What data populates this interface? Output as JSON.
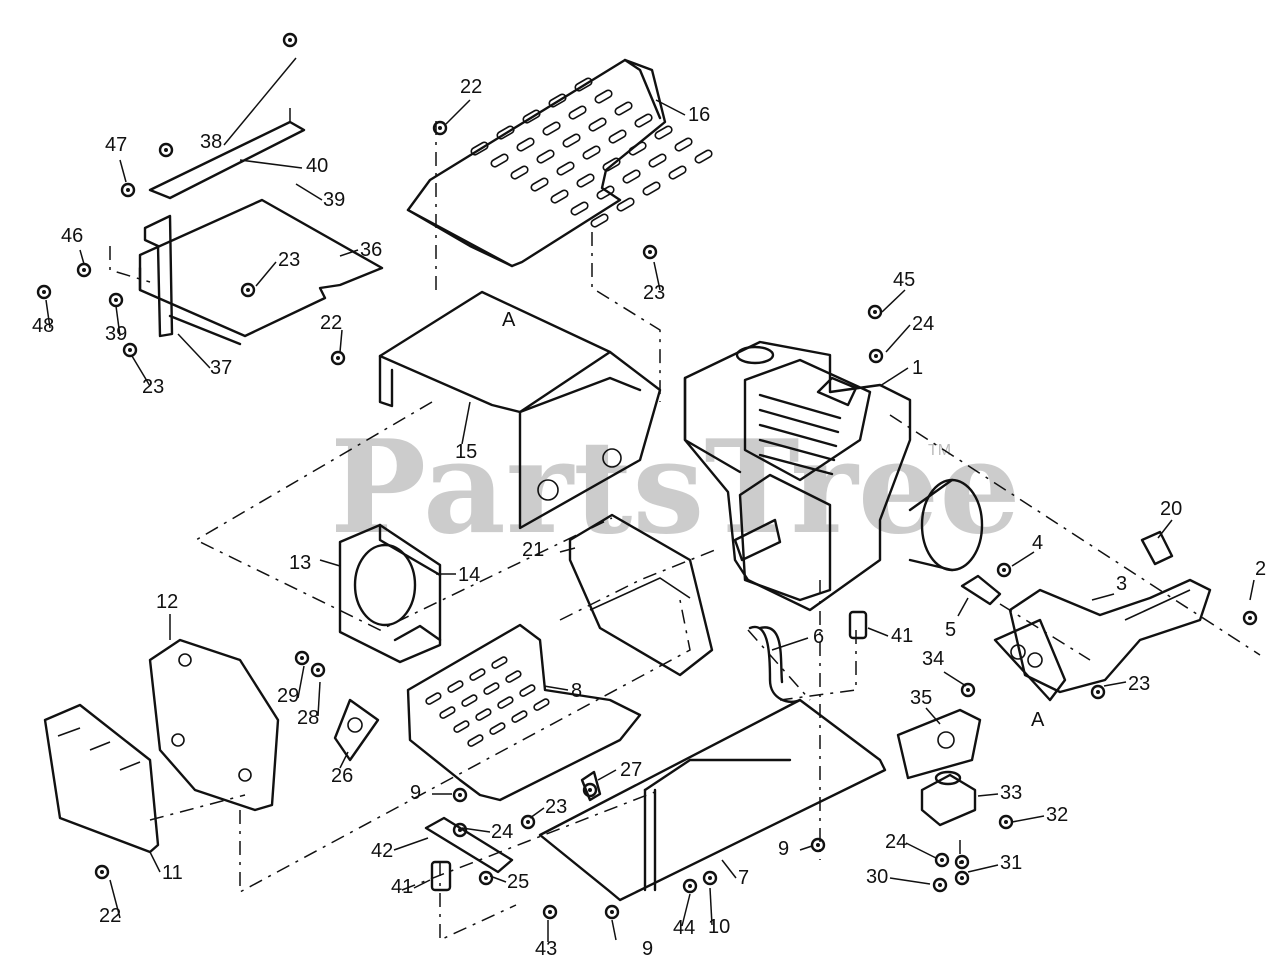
{
  "watermark": {
    "text": "PartsTree",
    "trademark": "TM"
  },
  "section_marker": "A",
  "callouts": [
    {
      "id": "c16",
      "label": "16"
    },
    {
      "id": "c22a",
      "label": "22"
    },
    {
      "id": "c38",
      "label": "38"
    },
    {
      "id": "c47",
      "label": "47"
    },
    {
      "id": "c40",
      "label": "40"
    },
    {
      "id": "c39a",
      "label": "39"
    },
    {
      "id": "c36",
      "label": "36"
    },
    {
      "id": "c46",
      "label": "46"
    },
    {
      "id": "c23a",
      "label": "23"
    },
    {
      "id": "c48",
      "label": "48"
    },
    {
      "id": "c39b",
      "label": "39"
    },
    {
      "id": "c23b",
      "label": "23"
    },
    {
      "id": "c37",
      "label": "37"
    },
    {
      "id": "c22b",
      "label": "22"
    },
    {
      "id": "c23c",
      "label": "23"
    },
    {
      "id": "c45",
      "label": "45"
    },
    {
      "id": "c24a",
      "label": "24"
    },
    {
      "id": "c1",
      "label": "1"
    },
    {
      "id": "c15",
      "label": "15"
    },
    {
      "id": "c13",
      "label": "13"
    },
    {
      "id": "c14",
      "label": "14"
    },
    {
      "id": "c21",
      "label": "21"
    },
    {
      "id": "c20",
      "label": "20"
    },
    {
      "id": "c4",
      "label": "4"
    },
    {
      "id": "c2",
      "label": "2"
    },
    {
      "id": "c3",
      "label": "3"
    },
    {
      "id": "c5",
      "label": "5"
    },
    {
      "id": "c12",
      "label": "12"
    },
    {
      "id": "c6",
      "label": "6"
    },
    {
      "id": "c41a",
      "label": "41"
    },
    {
      "id": "c8",
      "label": "8"
    },
    {
      "id": "c29",
      "label": "29"
    },
    {
      "id": "c28",
      "label": "28"
    },
    {
      "id": "c26",
      "label": "26"
    },
    {
      "id": "c34",
      "label": "34"
    },
    {
      "id": "c35",
      "label": "35"
    },
    {
      "id": "c23d",
      "label": "23"
    },
    {
      "id": "c27",
      "label": "27"
    },
    {
      "id": "c9a",
      "label": "9"
    },
    {
      "id": "c23e",
      "label": "23"
    },
    {
      "id": "c24b",
      "label": "24"
    },
    {
      "id": "c33",
      "label": "33"
    },
    {
      "id": "c32",
      "label": "32"
    },
    {
      "id": "c42",
      "label": "42"
    },
    {
      "id": "c9b",
      "label": "9"
    },
    {
      "id": "c24c",
      "label": "24"
    },
    {
      "id": "c41b",
      "label": "41"
    },
    {
      "id": "c25",
      "label": "25"
    },
    {
      "id": "c7",
      "label": "7"
    },
    {
      "id": "c30",
      "label": "30"
    },
    {
      "id": "c31",
      "label": "31"
    },
    {
      "id": "c22c",
      "label": "22"
    },
    {
      "id": "c11",
      "label": "11"
    },
    {
      "id": "c43",
      "label": "43"
    },
    {
      "id": "c9c",
      "label": "9"
    },
    {
      "id": "c44",
      "label": "44"
    },
    {
      "id": "c10",
      "label": "10"
    }
  ]
}
